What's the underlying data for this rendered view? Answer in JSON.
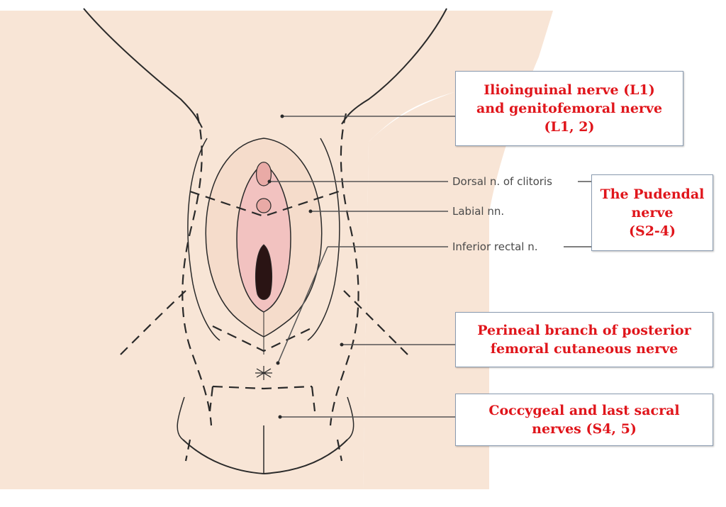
{
  "colors": {
    "skin": "#f8e5d6",
    "skin_shadow": "#efd3bf",
    "outline": "#2a2a2a",
    "leader_line": "#555555",
    "label_red": "#e0151b",
    "box_border": "#8a9bb0",
    "mucosa": "#f2c2c0"
  },
  "boxes": {
    "ilioinguinal": {
      "lines": [
        "Ilioinguinal nerve (L1)",
        "and genitofemoral nerve",
        "(L1, 2)"
      ]
    },
    "pudendal": {
      "lines": [
        "The Pudendal",
        "nerve",
        "(S2-4)"
      ]
    },
    "perineal": {
      "lines": [
        "Perineal branch of posterior",
        "femoral cutaneous nerve"
      ]
    },
    "coccygeal": {
      "lines": [
        "Coccygeal and last sacral",
        "nerves (S4, 5)"
      ]
    }
  },
  "gray_labels": {
    "dorsal": "Dorsal n. of clitoris",
    "labial": "Labial nn.",
    "inferior_rectal": "Inferior rectal n."
  }
}
